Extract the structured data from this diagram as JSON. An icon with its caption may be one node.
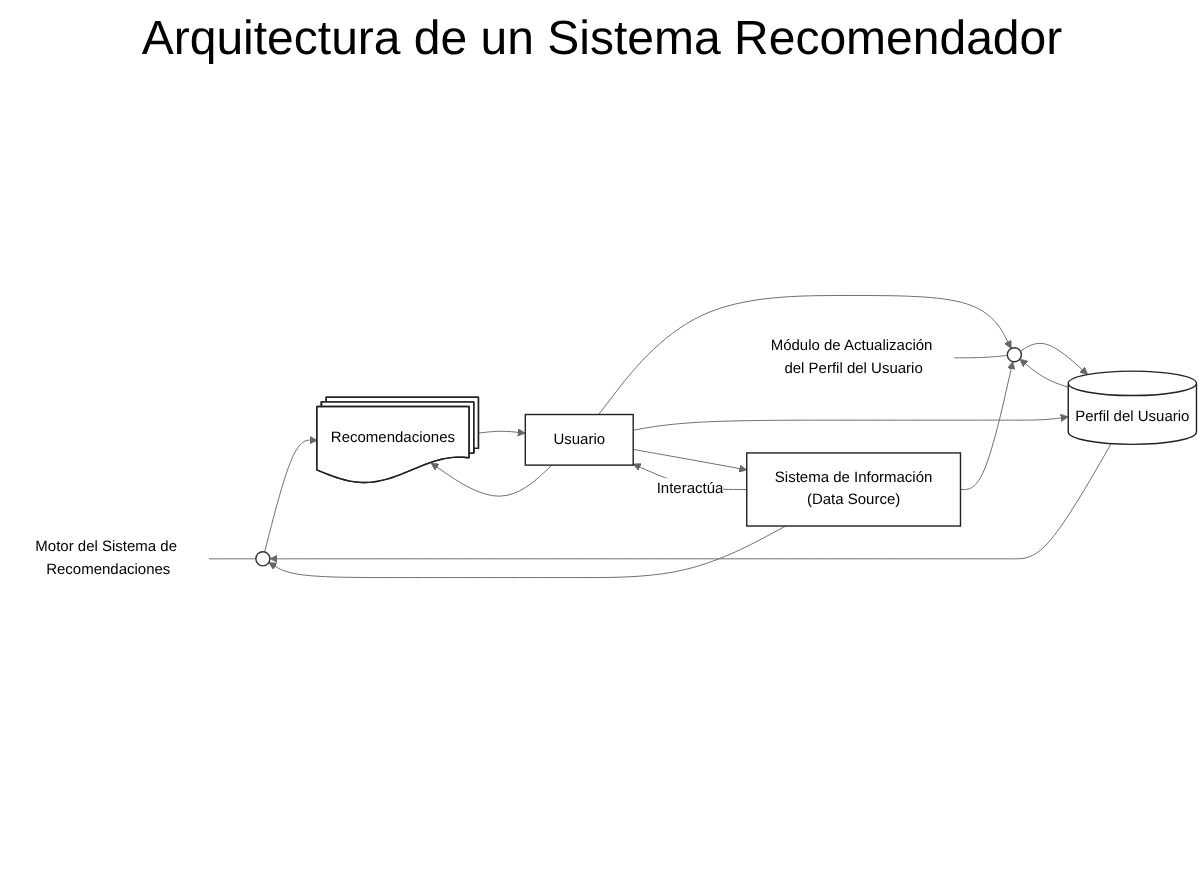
{
  "diagram": {
    "title": "Arquitectura de un Sistema Recomendador",
    "nodes": [
      {
        "text": [
          "Motor del Sistema de Recomendaciones"
        ]
      },
      {
        "text": [
          "Perfil del Usuario"
        ]
      },
      {
        "text": [],
        "shape": "circle"
      },
      {
        "text": [
          "Recomendaciones"
        ]
      },
      {
        "text": [],
        "shape": "circle"
      },
      {
        "text": [
          "Sistema de Información",
          "(Data Source)"
        ]
      },
      {
        "text": [
          "Módulo de Actualización del Perfil del Usuario"
        ]
      },
      {
        "text": [
          "Usuario"
        ]
      }
    ],
    "edges": [
      {
        "from": 0,
        "to": 2,
        "arrow": "none"
      },
      {
        "from": 1,
        "to": 2,
        "arrow": "to"
      },
      {
        "from": 5,
        "to": 2,
        "arrow": "to"
      },
      {
        "from": 2,
        "to": 3,
        "arrow": "to"
      },
      {
        "from": 1,
        "to": 4,
        "arrow": "to"
      },
      {
        "from": 5,
        "to": 4,
        "arrow": "to"
      },
      {
        "from": 7,
        "to": 4,
        "arrow": "to"
      },
      {
        "from": 3,
        "to": 7,
        "arrow": "to"
      },
      {
        "from": 7,
        "to": 3,
        "arrow": "to"
      },
      {
        "from": 4,
        "to": 1,
        "arrow": "to"
      },
      {
        "from": 7,
        "to": 1,
        "arrow": "to"
      },
      {
        "from": 5,
        "to": 7,
        "arrow": "to",
        "label": "Interactúa"
      },
      {
        "from": 7,
        "to": 5,
        "arrow": "to"
      },
      {
        "from": 6,
        "to": 4,
        "arrow": "none"
      }
    ]
  }
}
